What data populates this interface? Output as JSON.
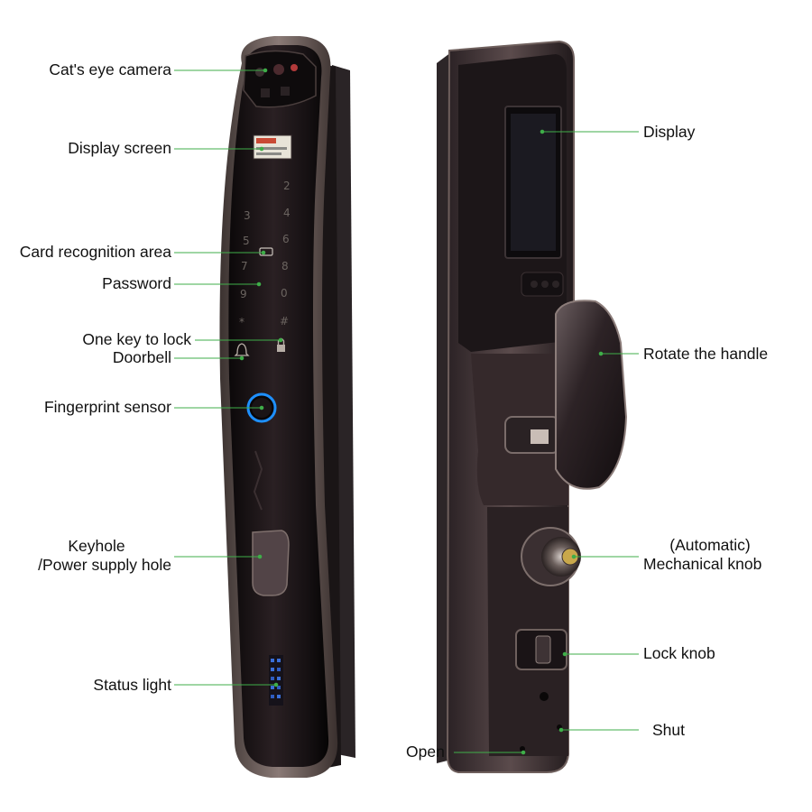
{
  "colors": {
    "leader_line": "#3fae49",
    "lock_body": "#1a1416",
    "lock_frame": "#6e5f5c",
    "fingerprint_ring": "#1e90ff",
    "status_light": "#3a6fd8"
  },
  "front_view": {
    "keypad_digits": [
      "2",
      "3",
      "4",
      "5",
      "6",
      "7",
      "8",
      "9",
      "0",
      "*",
      "#"
    ],
    "labels": {
      "cats_eye_camera": "Cat's eye camera",
      "display_screen": "Display screen",
      "card_recognition_area": "Card recognition area",
      "password": "Password",
      "one_key_to_lock": "One key to lock",
      "doorbell": "Doorbell",
      "fingerprint_sensor": "Fingerprint sensor",
      "keyhole_line1": "Keyhole",
      "keyhole_line2": "/Power supply hole",
      "status_light": "Status light"
    }
  },
  "back_view": {
    "labels": {
      "display": "Display",
      "rotate_the_handle": "Rotate the handle",
      "mechanical_knob_line1": "(Automatic)",
      "mechanical_knob_line2": "Mechanical knob",
      "lock_knob": "Lock knob",
      "shut": "Shut",
      "open": "Open"
    }
  }
}
